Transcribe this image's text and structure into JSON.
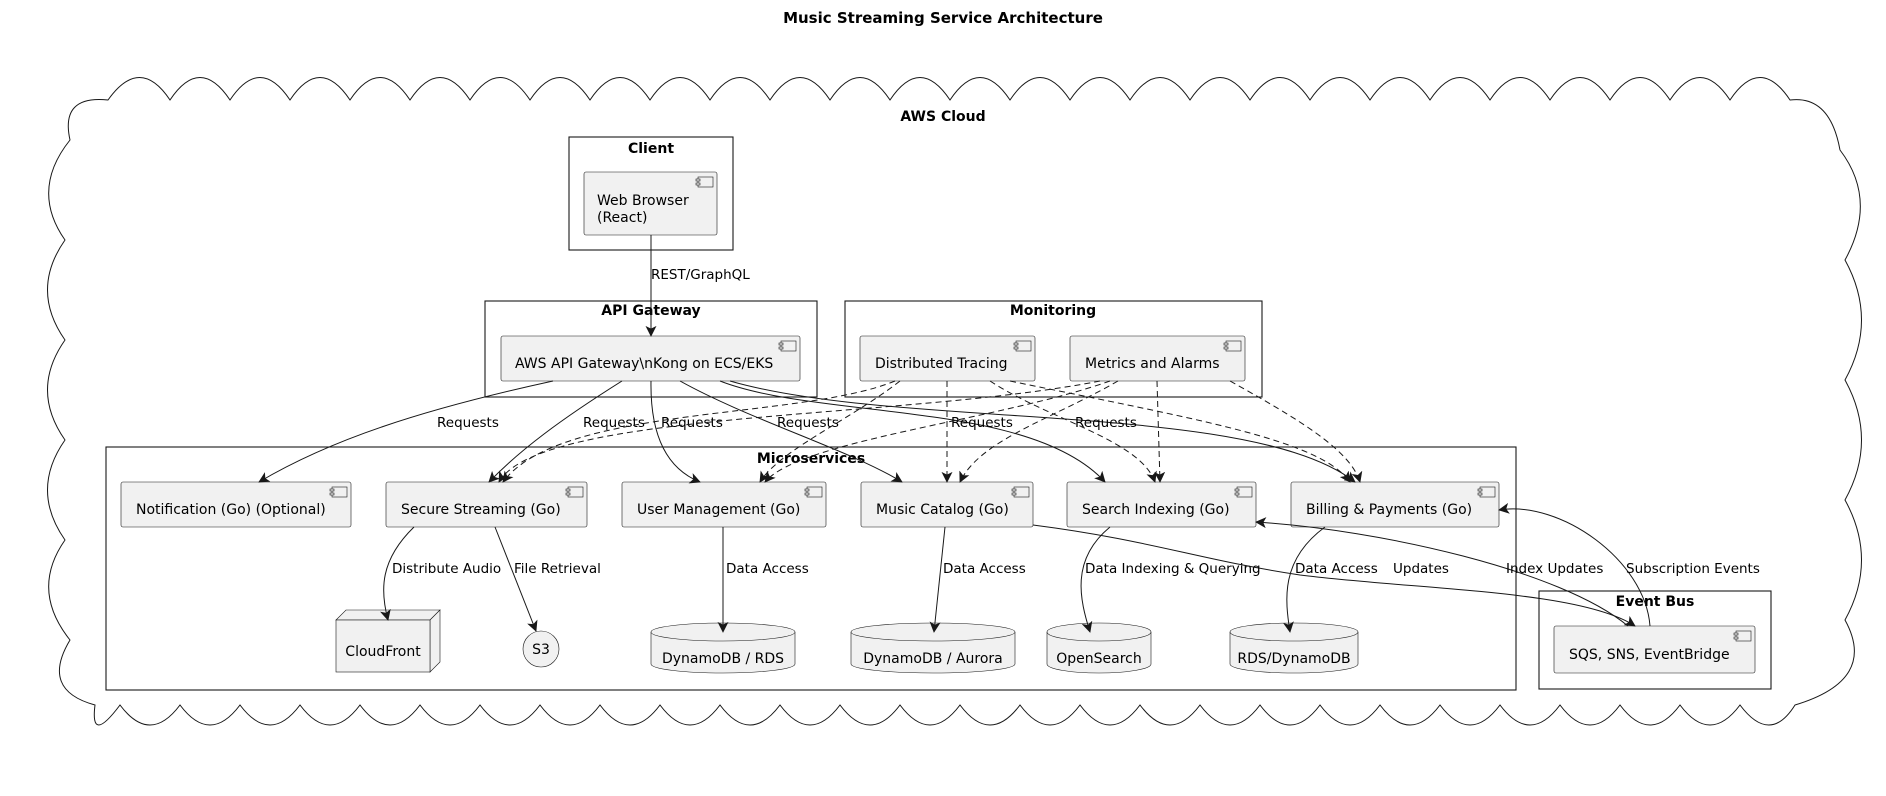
{
  "diagram": {
    "title": "Music Streaming Service Architecture",
    "cloud_label": "AWS Cloud",
    "packages": {
      "client": "Client",
      "api_gateway": "API Gateway",
      "monitoring": "Monitoring",
      "microservices": "Microservices",
      "event_bus": "Event Bus"
    },
    "components": {
      "web_browser_line1": "Web Browser",
      "web_browser_line2": "(React)",
      "gateway": "AWS API Gateway\\nKong on ECS/EKS",
      "tracing": "Distributed Tracing",
      "metrics": "Metrics and Alarms",
      "notification": "Notification (Go) (Optional)",
      "streaming": "Secure Streaming (Go)",
      "user_mgmt": "User Management (Go)",
      "catalog": "Music Catalog (Go)",
      "search": "Search Indexing (Go)",
      "billing": "Billing & Payments (Go)",
      "bus": "SQS, SNS, EventBridge"
    },
    "nodes": {
      "cloudfront": "CloudFront",
      "s3": "S3",
      "db_user": "DynamoDB / RDS",
      "db_catalog": "DynamoDB / Aurora",
      "opensearch": "OpenSearch",
      "db_billing": "RDS/DynamoDB"
    },
    "edge_labels": {
      "rest": "REST/GraphQL",
      "req1": "Requests",
      "req2": "Requests",
      "req3": "Requests",
      "req4": "Requests",
      "req5": "Requests",
      "req6": "Requests",
      "distribute": "Distribute Audio",
      "file": "File Retrieval",
      "da_user": "Data Access",
      "da_catalog": "Data Access",
      "indexing": "Data Indexing & Querying",
      "da_billing": "Data Access",
      "updates": "Updates",
      "index_updates": "Index Updates",
      "sub_events": "Subscription Events"
    }
  }
}
